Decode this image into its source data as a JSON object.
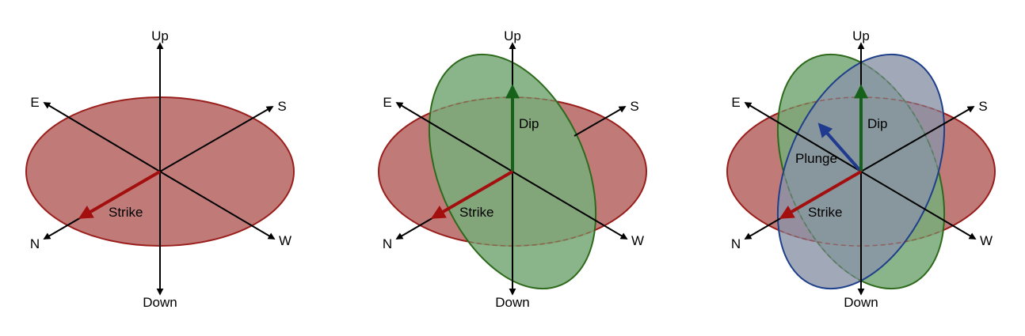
{
  "colors": {
    "horizontal_plane_fill": "#c07b79",
    "horizontal_plane_stroke": "#9a1f1c",
    "dip_plane_fill": "#7aab7a",
    "dip_plane_stroke": "#2e6a1c",
    "plunge_plane_fill": "#8a94a8",
    "plunge_plane_stroke": "#1e3f8a",
    "strike_arrow": "#a30f0f",
    "dip_arrow": "#17621a",
    "plunge_arrow": "#1f3a8f",
    "axis": "#000000"
  },
  "panels": [
    {
      "axes": {
        "up": "Up",
        "down": "Down",
        "east": "E",
        "south": "S",
        "north": "N",
        "west": "W"
      },
      "strike_label": "Strike"
    },
    {
      "axes": {
        "up": "Up",
        "down": "Down",
        "east": "E",
        "south": "S",
        "north": "N",
        "west": "W"
      },
      "strike_label": "Strike",
      "dip_label": "Dip"
    },
    {
      "axes": {
        "up": "Up",
        "down": "Down",
        "east": "E",
        "south": "S",
        "north": "N",
        "west": "W"
      },
      "strike_label": "Strike",
      "dip_label": "Dip",
      "plunge_label": "Plunge"
    }
  ]
}
